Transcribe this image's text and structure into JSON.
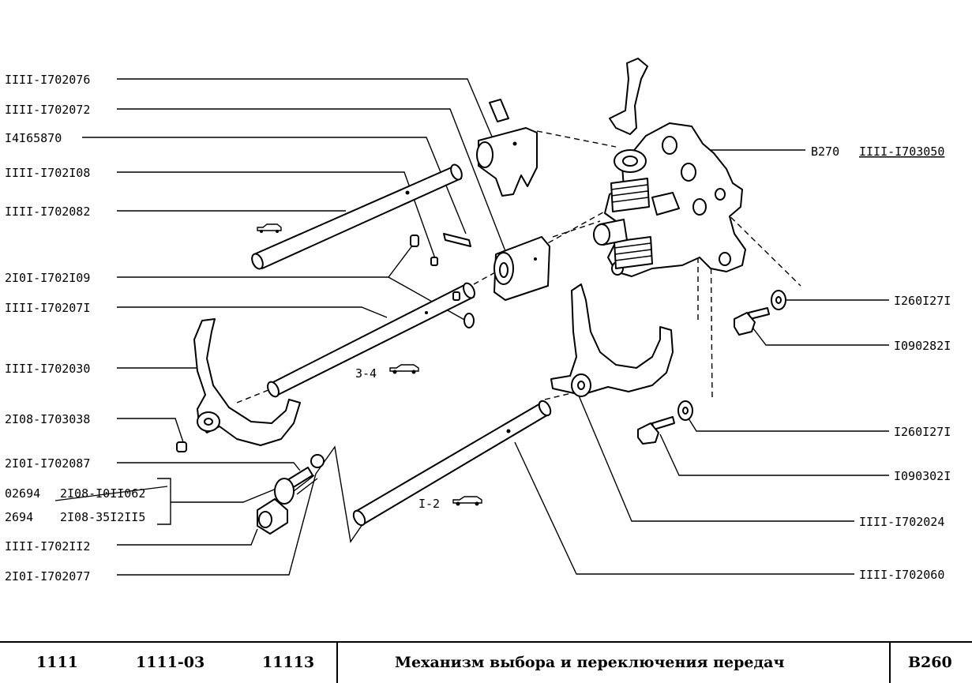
{
  "labels_left": [
    "IIII-I702076",
    "IIII-I702072",
    "I4I65870",
    "IIII-I702I08",
    "IIII-I702082",
    "2I0I-I702I09",
    "IIII-I70207I",
    "IIII-I702030",
    "2I08-I703038",
    "2I0I-I702087",
    "02694",
    "2I08-I0II062",
    "2694",
    "2I08-35I2II5",
    "IIII-I702II2",
    "2I0I-I702077"
  ],
  "labels_right": [
    "B270",
    "IIII-I703050",
    "I260I27I",
    "I090282I",
    "I260I27I",
    "I090302I",
    "IIII-I702024",
    "IIII-I702060"
  ],
  "rod_labels": [
    "3-4",
    "I-2"
  ],
  "footer": {
    "models": [
      "1111",
      "1111-03",
      "11113"
    ],
    "title": "Механизм выбора и переключения передач",
    "code": "B260"
  }
}
